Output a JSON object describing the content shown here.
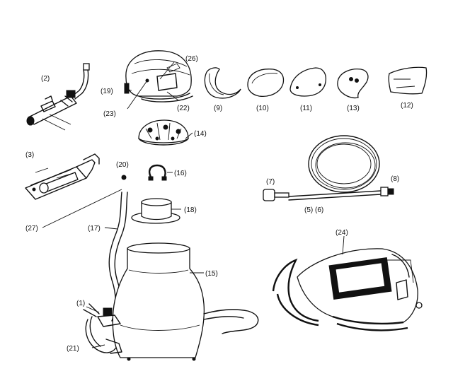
{
  "labels": {
    "p1": "(1)",
    "p2": "(2)",
    "p3": "(3)",
    "p56": "(5) (6)",
    "p7": "(7)",
    "p8": "(8)",
    "p9": "(9)",
    "p10": "(10)",
    "p11": "(11)",
    "p12": "(12)",
    "p13": "(13)",
    "p14": "(14)",
    "p15": "(15)",
    "p16": "(16)",
    "p17": "(17)",
    "p18": "(18)",
    "p19": "(19)",
    "p20": "(20)",
    "p21": "(21)",
    "p22": "(22)",
    "p23": "(23)",
    "p24": "(24)",
    "p26": "(26)",
    "p27": "(27)"
  }
}
